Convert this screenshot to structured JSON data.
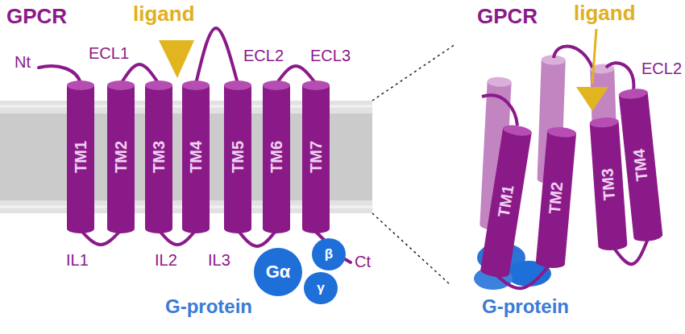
{
  "diagram": {
    "nodes": [
      {
        "text": [
          "TM1"
        ]
      },
      {
        "text": [
          "TM2"
        ]
      },
      {
        "text": [
          "TM3"
        ]
      },
      {
        "text": [
          "TM4"
        ]
      },
      {
        "text": [
          "TM5"
        ]
      },
      {
        "text": [
          "TM6"
        ]
      },
      {
        "text": [
          "TM7"
        ]
      },
      {
        "text": [
          "Gα"
        ]
      },
      {
        "text": [
          "β"
        ]
      },
      {
        "text": [
          "γ"
        ]
      },
      {
        "text": [
          "TM1"
        ]
      },
      {
        "text": [
          "TM2"
        ]
      },
      {
        "text": [
          "TM3"
        ]
      },
      {
        "text": [
          "TM4"
        ]
      }
    ],
    "edges": [
      {
        "from": 0,
        "to": 1,
        "arrow": "none",
        "label": "IL1"
      },
      {
        "from": 1,
        "to": 2,
        "arrow": "none",
        "label": "ECL1"
      },
      {
        "from": 2,
        "to": 3,
        "arrow": "none",
        "label": "IL2"
      },
      {
        "from": 3,
        "to": 4,
        "arrow": "none",
        "label": "ECL2"
      },
      {
        "from": 4,
        "to": 5,
        "arrow": "none",
        "label": "IL3"
      },
      {
        "from": 5,
        "to": 6,
        "arrow": "none",
        "label": "ECL3"
      },
      {
        "from": 10,
        "to": 11,
        "arrow": "none"
      },
      {
        "from": 12,
        "to": 13,
        "arrow": "none"
      }
    ],
    "labels": [
      "GPCR",
      "ligand",
      "Nt",
      "Ct",
      "G-protein",
      "GPCR",
      "ligand",
      "ECL2",
      "G-protein"
    ]
  }
}
